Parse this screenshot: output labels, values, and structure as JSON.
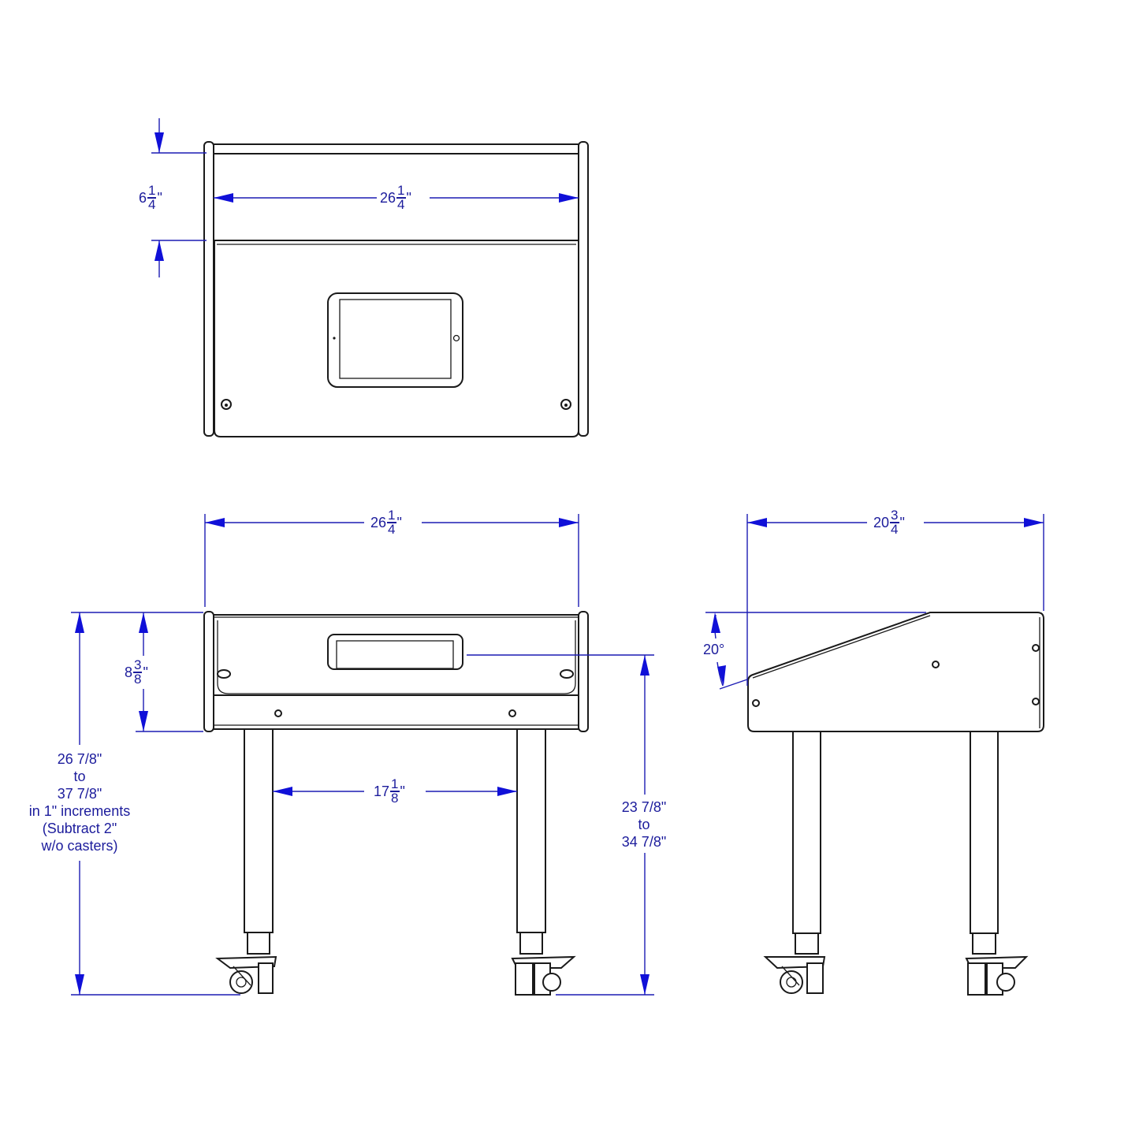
{
  "drawing": {
    "colors": {
      "dimension": "#1c1cb4",
      "dimension_text": "#1c1c9c",
      "object": "#1a1a1a",
      "background": "#ffffff"
    },
    "top_view": {
      "depth_dim": {
        "whole": "6",
        "num": "1",
        "den": "4",
        "unit": "\""
      },
      "width_dim": {
        "whole": "26",
        "num": "1",
        "den": "4",
        "unit": "\""
      }
    },
    "front_view": {
      "width_dim": {
        "whole": "26",
        "num": "1",
        "den": "4",
        "unit": "\""
      },
      "cabinet_height_dim": {
        "whole": "8",
        "num": "3",
        "den": "8",
        "unit": "\""
      },
      "leg_spacing_dim": {
        "whole": "17",
        "num": "1",
        "den": "8",
        "unit": "\""
      },
      "overall_height_dim": {
        "line1": "26 7/8\"",
        "line2": "to",
        "line3": "37 7/8\"",
        "line4": "in 1\" increments",
        "line5": "(Subtract 2\"",
        "line6": "w/o casters)"
      },
      "tablet_height_dim": {
        "line1": "23 7/8\"",
        "line2": "to",
        "line3": "34 7/8\""
      }
    },
    "side_view": {
      "depth_dim": {
        "whole": "20",
        "num": "3",
        "den": "4",
        "unit": "\""
      },
      "angle_dim": "20°"
    }
  }
}
